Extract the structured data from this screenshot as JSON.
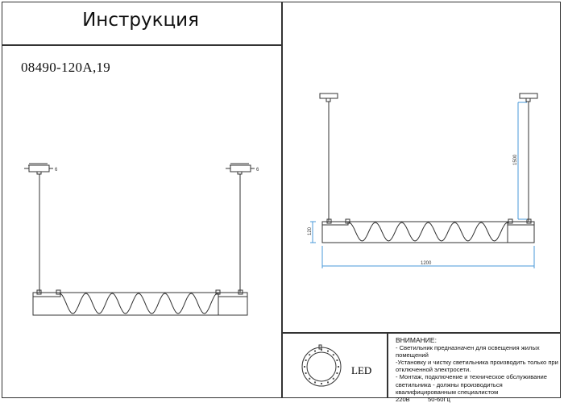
{
  "header": {
    "title": "Инструкция"
  },
  "model": "08490-120A,19",
  "dimensions": {
    "width": "1200",
    "height": "120",
    "cable_length": "1500",
    "canopy_size": "6"
  },
  "legend": {
    "led_label": "LED"
  },
  "notes": {
    "heading": "ВНИМАНИЕ:",
    "lines": [
      "- Светильник предназначен для освещения жилых",
      "помещений",
      "-Установку и чистку светильника производить только при",
      "отключенной электросети.",
      "- Монтаж, подключение и техническое обслуживание",
      "светильника - должны производиться",
      "квалифицированным специалистом"
    ],
    "voltage": "220В",
    "frequency": "50-60Гц"
  },
  "colors": {
    "dimension": "#4a9ad8",
    "line": "#333333"
  }
}
